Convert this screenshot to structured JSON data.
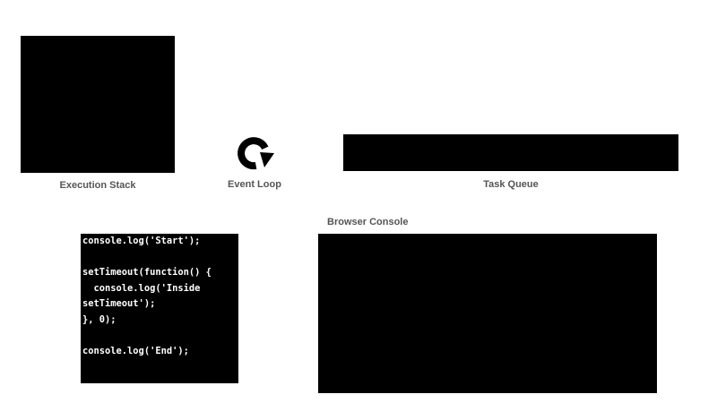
{
  "execution_stack": {
    "label": "Execution Stack"
  },
  "event_loop": {
    "label": "Event Loop",
    "icon": "circular-arrow-icon"
  },
  "task_queue": {
    "label": "Task Queue"
  },
  "code": {
    "lines": [
      "console.log('Start');",
      "",
      "setTimeout(function() {",
      "  console.log('Inside",
      "setTimeout');",
      "}, 0);",
      "",
      "console.log('End');"
    ]
  },
  "browser_console": {
    "label": "Browser Console"
  },
  "colors": {
    "panel": "#000000",
    "label": "#555555",
    "code_text": "#ffffff",
    "background": "#ffffff"
  }
}
